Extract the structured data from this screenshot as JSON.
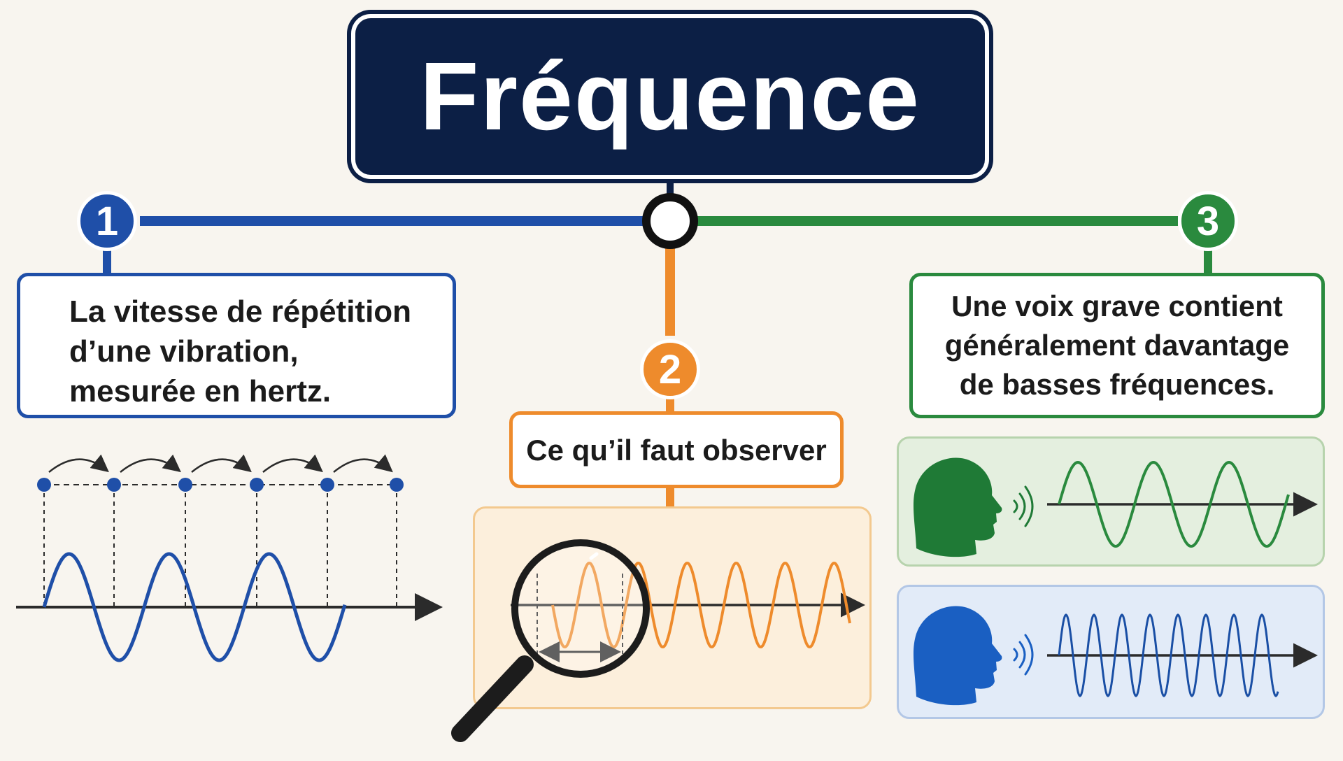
{
  "title": "Fréquence",
  "steps": [
    {
      "number": "1",
      "text": "La vitesse de répétition d’une vibration, mesurée en hertz.",
      "color": "#1f4fa8"
    },
    {
      "number": "2",
      "text": "Ce qu’il faut observer",
      "color": "#ee8b2c"
    },
    {
      "number": "3",
      "text": "Une voix grave contient généralement davantage de basses fréquences.",
      "color": "#2a8a3e"
    }
  ],
  "colors": {
    "navy": "#0c1f45",
    "blue": "#1f4fa8",
    "orange": "#ee8b2c",
    "green": "#2a8a3e",
    "axis": "#2b2b2b"
  },
  "icons": [
    "magnifying-glass-icon",
    "head-profile-icon",
    "sound-waves-icon"
  ]
}
